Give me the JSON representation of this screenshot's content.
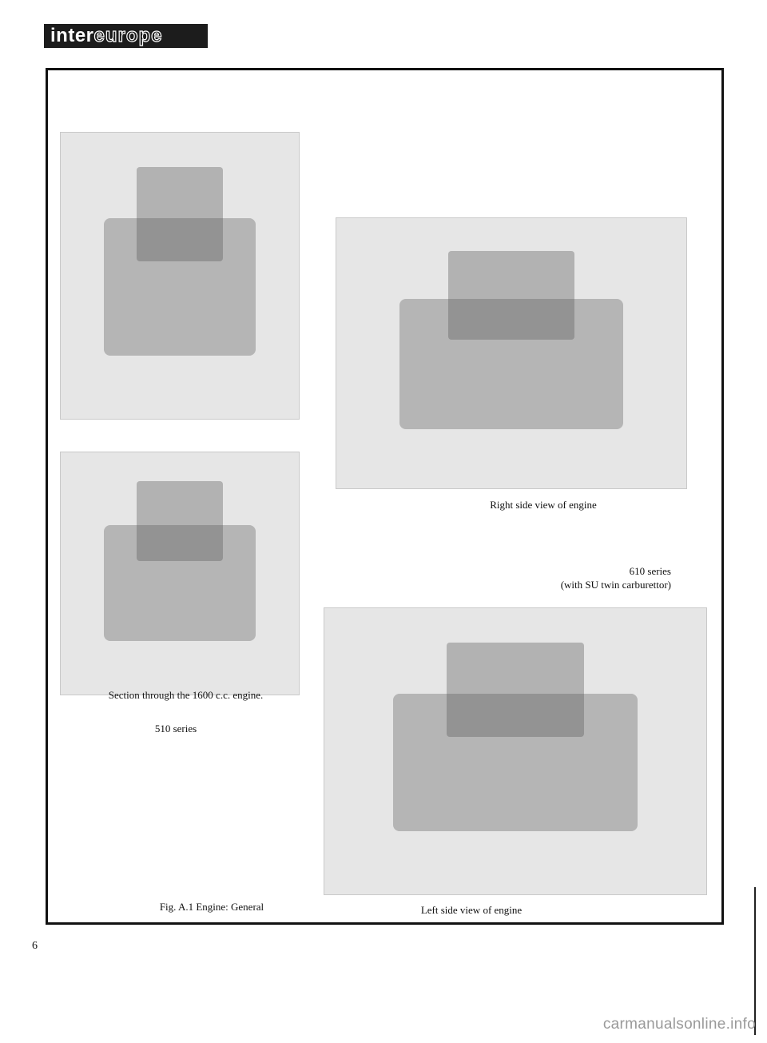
{
  "header": {
    "logo_text_bold": "inter",
    "logo_text_outline": "europe"
  },
  "captions": {
    "right_side": "Right side view of engine",
    "series_610_line1": "610 series",
    "series_610_line2": "(with SU twin carburettor)",
    "section": "Section through the 1600 c.c. engine.",
    "series_510": "510 series",
    "figure": "Fig. A.1 Engine: General",
    "left_side": "Left side view of engine"
  },
  "footer": {
    "page_number": "6",
    "watermark": "carmanualsonline.info"
  }
}
